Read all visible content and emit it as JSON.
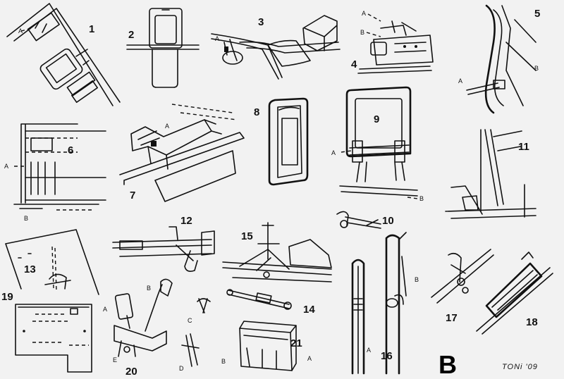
{
  "parts": [
    {
      "number": "1",
      "letters": [
        "A"
      ]
    },
    {
      "number": "2",
      "letters": []
    },
    {
      "number": "3",
      "letters": [
        "A"
      ]
    },
    {
      "number": "4",
      "letters": [
        "A",
        "B"
      ]
    },
    {
      "number": "5",
      "letters": [
        "A",
        "B"
      ]
    },
    {
      "number": "6",
      "letters": [
        "A",
        "B"
      ]
    },
    {
      "number": "7",
      "letters": [
        "A"
      ]
    },
    {
      "number": "8",
      "letters": []
    },
    {
      "number": "9",
      "letters": [
        "A",
        "B"
      ]
    },
    {
      "number": "10",
      "letters": []
    },
    {
      "number": "11",
      "letters": []
    },
    {
      "number": "12",
      "letters": []
    },
    {
      "number": "13",
      "letters": []
    },
    {
      "number": "14",
      "letters": []
    },
    {
      "number": "15",
      "letters": []
    },
    {
      "number": "16",
      "letters": [
        "A",
        "B"
      ]
    },
    {
      "number": "17",
      "letters": []
    },
    {
      "number": "18",
      "letters": []
    },
    {
      "number": "19",
      "letters": []
    },
    {
      "number": "20",
      "letters": [
        "A",
        "B",
        "C",
        "D",
        "E"
      ]
    },
    {
      "number": "21",
      "letters": [
        "A",
        "B"
      ]
    }
  ],
  "sheet_letter": "B",
  "signature": "TONi '09",
  "colors": {
    "ink": "#111111",
    "paper": "#f2f2f2"
  }
}
